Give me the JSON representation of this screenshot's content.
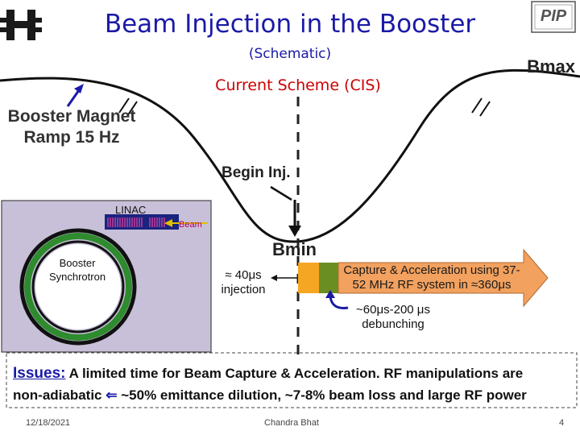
{
  "title": "Beam Injection in the Booster",
  "subtitle": "(Schematic)",
  "scheme_label": "Current Scheme (CIS)",
  "bmax_label": "Bmax",
  "ramp_label": "Booster Magnet Ramp 15 Hz",
  "begin_label": "Begin Inj.",
  "bmin_label": "Bmin",
  "injection_label": "≈ 40μs injection",
  "debunch_label": "~60μs-200 μs debunching",
  "capture_label": "Capture & Acceleration using 37-52 MHz RF system in ≈360μs",
  "inset": {
    "linac_label": "LINAC",
    "beam_label": "Beam",
    "booster_label": "Booster Synchrotron"
  },
  "issues": {
    "heading": "Issues:",
    "line1": "A limited time for Beam Capture & Acceleration. RF manipulations are",
    "line2a": "non-adiabatic",
    "arrow": "⇐",
    "line2b": "~50% emittance dilution, ~7-8% beam loss and large RF power"
  },
  "footer": {
    "date": "12/18/2021",
    "author": "Chandra Bhat",
    "page": "4"
  },
  "logo": {
    "pip_text": "PIP"
  },
  "colors": {
    "title": "#1a1aa6",
    "scheme": "#cc0000",
    "inj_bar": "#f5a623",
    "debunch_bar": "#6b8e23",
    "capture_arrow": "#f2a15f",
    "inset_bg": "#c8c0d9"
  }
}
